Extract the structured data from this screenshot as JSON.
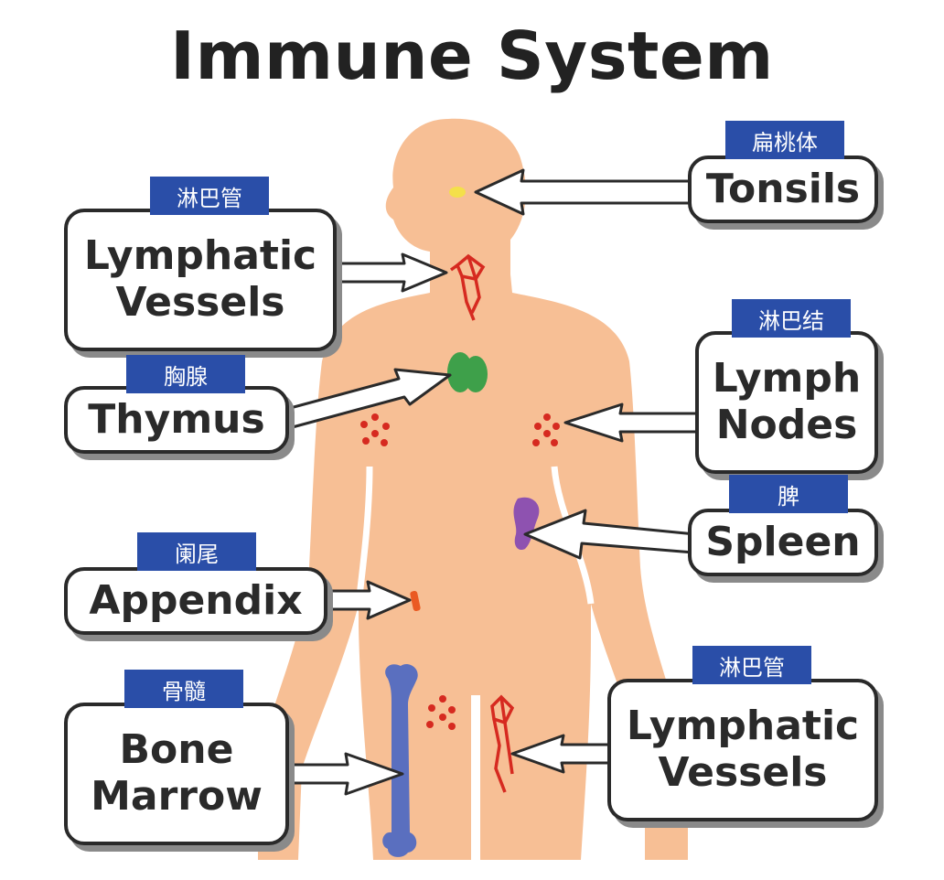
{
  "title": "Immune System",
  "colors": {
    "body": "#f7bf95",
    "box_border": "#2a2a2a",
    "box_shadow": "#8a8a8a",
    "tag_bg": "#2a4ea8",
    "tag_text": "#ffffff",
    "lymph_red": "#d62a20",
    "thymus_green": "#3ea04a",
    "spleen_purple": "#8e52b0",
    "appendix_orange": "#ea5a22",
    "bone_blue": "#5a6fbf",
    "tonsil_yellow": "#f4e04a"
  },
  "labels": {
    "lymphatic_left": {
      "en": "Lymphatic\nVessels",
      "cn": "淋巴管"
    },
    "tonsils": {
      "en": "Tonsils",
      "cn": "扁桃体"
    },
    "thymus": {
      "en": "Thymus",
      "cn": "胸腺"
    },
    "lymph_nodes": {
      "en": "Lymph\nNodes",
      "cn": "淋巴结"
    },
    "spleen": {
      "en": "Spleen",
      "cn": "脾"
    },
    "appendix": {
      "en": "Appendix",
      "cn": "阑尾"
    },
    "bone_marrow": {
      "en": "Bone\nMarrow",
      "cn": "骨髓"
    },
    "lymphatic_right": {
      "en": "Lymphatic\nVessels",
      "cn": "淋巴管"
    }
  }
}
